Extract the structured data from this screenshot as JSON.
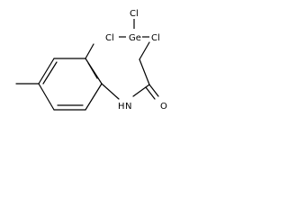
{
  "structure": {
    "atoms": {
      "cl_left": "Cl",
      "cl_top": "Cl",
      "cl_right": "Cl",
      "ge": "Ge",
      "nh": "N",
      "h_on_n": "H",
      "o": "O"
    }
  },
  "colors": {
    "bond": "#000000",
    "label": "#000000",
    "background": "#ffffff"
  }
}
